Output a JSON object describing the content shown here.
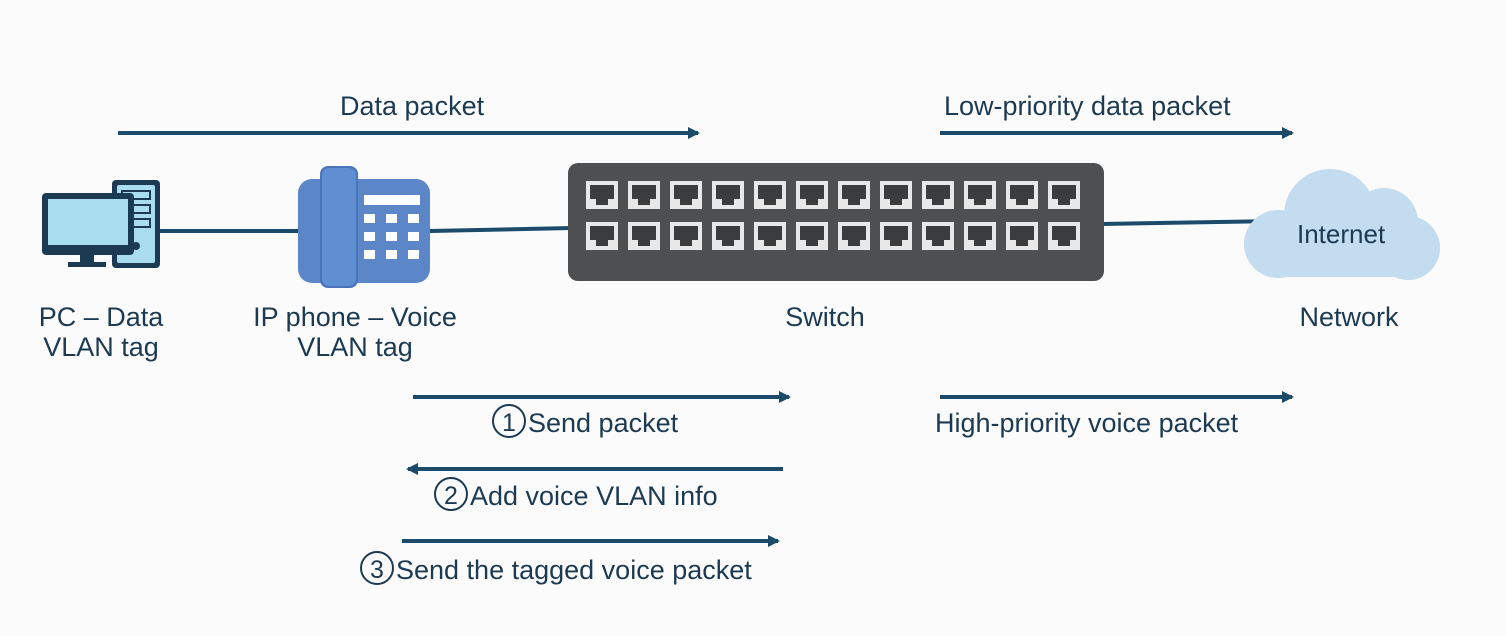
{
  "labels": {
    "data_packet": "Data packet",
    "low_priority": "Low-priority data packet",
    "pc_line1": "PC – Data",
    "pc_line2": "VLAN tag",
    "phone_line1": "IP phone – Voice",
    "phone_line2": "VLAN tag",
    "switch": "Switch",
    "network": "Network",
    "internet": "Internet",
    "high_priority": "High-priority voice packet"
  },
  "steps": [
    {
      "num": "1",
      "text": "Send packet"
    },
    {
      "num": "2",
      "text": "Add voice VLAN info"
    },
    {
      "num": "3",
      "text": "Send the tagged voice packet"
    }
  ],
  "colors": {
    "arrow": "#1c4a6b",
    "pc_screen": "#a8dcee",
    "pc_dark": "#1c3a52",
    "phone_body": "#5b86c7",
    "switch_body": "#4d4f51",
    "cloud": "#c4dcef"
  },
  "icons": [
    "pc-icon",
    "ip-phone-icon",
    "switch-icon",
    "cloud-icon"
  ]
}
